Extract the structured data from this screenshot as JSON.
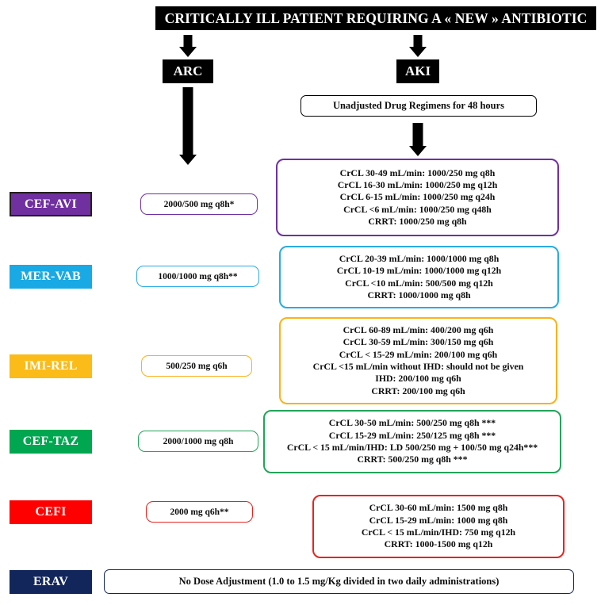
{
  "title": "CRITICALLY ILL PATIENT REQUIRING A « NEW » ANTIBIOTIC",
  "branches": {
    "arc": {
      "label": "ARC",
      "column_header": "ARC"
    },
    "aki": {
      "label": "AKI",
      "note": "Unadjusted Drug Regimens for 48 hours"
    }
  },
  "colors": {
    "cef_avi": "#7030A0",
    "mer_vab": "#19A9E5",
    "imi_rel": "#FBBB18",
    "cef_taz": "#00A650",
    "cefi": "#FE0000",
    "erav": "#12265C",
    "black": "#000000"
  },
  "rows": [
    {
      "id": "cef-avi",
      "label": "CEF-AVI",
      "color": "#7030A0",
      "arc_dose": "2000/500 mg q8h*",
      "aki_lines": [
        "CrCL 30-49 mL/min: 1000/250 mg q8h",
        "CrCL 16-30 mL/min: 1000/250 mg q12h",
        "CrCL 6-15 mL/min: 1000/250 mg q24h",
        "CrCL <6 mL/min: 1000/250 mg q48h",
        "CRRT: 1000/250 mg q8h"
      ]
    },
    {
      "id": "mer-vab",
      "label": "MER-VAB",
      "color": "#19A9E5",
      "arc_dose": "1000/1000 mg q8h**",
      "aki_lines": [
        "CrCL 20-39 mL/min: 1000/1000 mg q8h",
        "CrCL 10-19 mL/min: 1000/1000 mg q12h",
        "CrCL <10 mL/min: 500/500 mg q12h",
        "CRRT: 1000/1000 mg q8h"
      ]
    },
    {
      "id": "imi-rel",
      "label": "IMI-REL",
      "color": "#FBBB18",
      "arc_dose": "500/250 mg q6h",
      "aki_lines": [
        "CrCL 60-89 mL/min: 400/200 mg q6h",
        "CrCL 30-59 mL/min: 300/150 mg q6h",
        "CrCL < 15-29 mL/min: 200/100 mg q6h",
        "CrCL <15 mL/min without IHD: should not be given",
        "IHD: 200/100 mg q6h",
        "CRRT: 200/100 mg q6h"
      ]
    },
    {
      "id": "cef-taz",
      "label": "CEF-TAZ",
      "color": "#00A650",
      "arc_dose": "2000/1000 mg q8h",
      "aki_lines": [
        "CrCL 30-50 mL/min: 500/250 mg q8h ***",
        "CrCL 15-29 mL/min: 250/125 mg q8h ***",
        "CrCL < 15 mL/min/IHD: LD 500/250 mg + 100/50 mg q24h***",
        "CRRT: 500/250 mg q8h ***"
      ]
    },
    {
      "id": "cefi",
      "label": "CEFI",
      "color": "#FE0000",
      "arc_dose": "2000 mg q6h**",
      "aki_lines": [
        "CrCL 30-60 mL/min: 1500 mg q8h",
        "CrCL 15-29 mL/min: 1000 mg q8h",
        "CrCL < 15 mL/min/IHD: 750 mg q12h",
        "CRRT: 1000-1500 mg q12h"
      ]
    },
    {
      "id": "erav",
      "label": "ERAV",
      "color": "#12265C",
      "full_width_note": "No Dose Adjustment (1.0 to 1.5 mg/Kg divided in two daily administrations)"
    }
  ]
}
